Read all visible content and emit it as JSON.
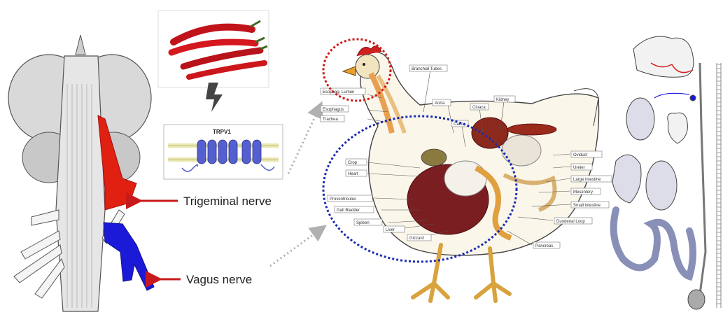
{
  "nerves": {
    "trigeminal": "Trigeminal nerve",
    "vagus": "Vagus nerve"
  },
  "receptor": {
    "name": "TRPV1"
  },
  "chicken_labels": {
    "branchial_tubes": "Branchial Tubes",
    "esophagus_lumen": "Esophag. Lumen",
    "esophagus": "Esophagus",
    "trachea": "Trachea",
    "aorta": "Aorta",
    "crop": "Crop",
    "heart": "Heart",
    "gizzard": "Gizzard",
    "liver": "Liver",
    "caeca": "Caeca",
    "cloaca": "Cloaca",
    "large_intestine": "Large intestine",
    "mesentery": "Mesentery",
    "small_intestine": "Small intestine",
    "duodenal_loop": "Duodenal Loop",
    "pancreas": "Pancreas",
    "proventriculus": "Proventriculus",
    "gall_bladder": "Gall Bladder",
    "spleen": "Spleen",
    "liver2": "Liver",
    "kidney": "Kidney",
    "oviduct": "Oviduct",
    "ureter": "Ureter",
    "heart_label": "Heart"
  },
  "colors": {
    "trigeminal_red": "#e02010",
    "vagus_blue": "#1a1ad8",
    "circle_red": "#d01818",
    "circle_blue": "#1a2ab0",
    "arrow_red": "#c81a1a"
  }
}
